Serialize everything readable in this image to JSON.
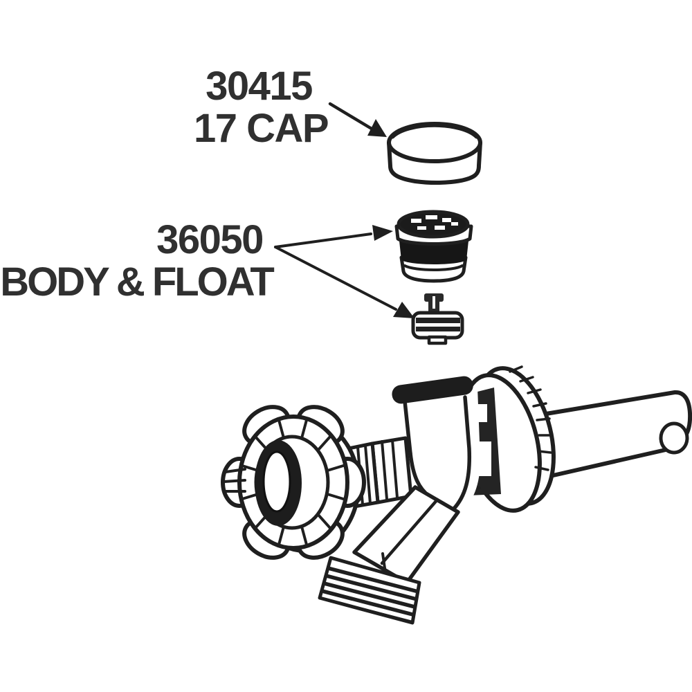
{
  "canvas": {
    "background": "#ffffff",
    "ink": "#1f1f1f",
    "text_color": "#303030"
  },
  "callouts": {
    "cap": {
      "part_number": "30415",
      "part_name": "17 CAP"
    },
    "body_float": {
      "part_number": "36050",
      "part_name": "BODY & FLOAT"
    }
  },
  "parts": {
    "cap": "cap",
    "float_assembly": "body and float",
    "seat_disc": "float seat disc",
    "assembly": "frost-proof wall faucet assembly"
  }
}
